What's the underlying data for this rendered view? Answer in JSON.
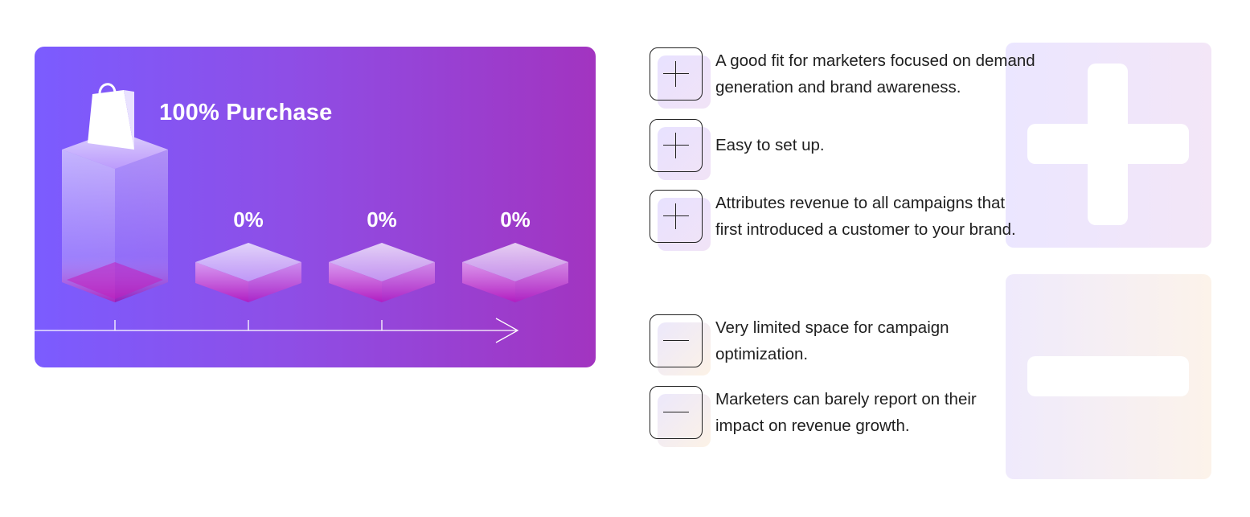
{
  "diagram": {
    "headline": "100% Purchase",
    "stages": [
      {
        "label": "",
        "value": 100
      },
      {
        "label": "0%",
        "value": 0
      },
      {
        "label": "0%",
        "value": 0
      },
      {
        "label": "0%",
        "value": 0
      }
    ],
    "colors": {
      "gradient_start": "#7b5cff",
      "gradient_end": "#a234c0",
      "fill": "#c02bb8"
    }
  },
  "pros": [
    {
      "icon": "plus-icon",
      "lines": [
        "A good fit for marketers focused on demand",
        "generation and brand awareness."
      ]
    },
    {
      "icon": "plus-icon",
      "lines": [
        "Easy to set up."
      ]
    },
    {
      "icon": "plus-icon",
      "lines": [
        "Attributes revenue to all campaigns that",
        "first introduced a customer to your brand."
      ]
    }
  ],
  "cons": [
    {
      "icon": "minus-icon",
      "lines": [
        "Very limited space for campaign",
        "optimization."
      ]
    },
    {
      "icon": "minus-icon",
      "lines": [
        "Marketers can barely report on their",
        "impact on revenue growth."
      ]
    }
  ]
}
